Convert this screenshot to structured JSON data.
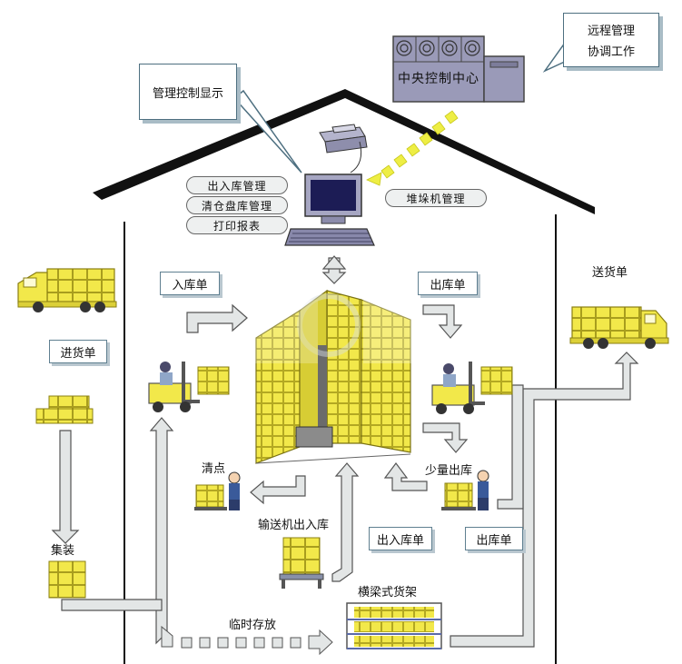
{
  "callouts": {
    "display": "管理控制显示",
    "remote_line1": "远程管理",
    "remote_line2": "协调工作"
  },
  "control_center": {
    "label": "中央控制中心"
  },
  "menu": {
    "item1": "出入库管理",
    "item2": "清仓盘库管理",
    "item3": "打印报表",
    "stacker": "堆垛机管理"
  },
  "docs": {
    "inbound_order": "入库单",
    "outbound_order": "出库单",
    "purchase_order": "进货单",
    "delivery_order": "送货单",
    "in_out_order": "出入库单",
    "outbound_order_2": "出库单"
  },
  "stations": {
    "inventory_check": "清点",
    "small_outbound": "少量出库",
    "conveyor_io": "输送机出入库",
    "palletize": "集装",
    "temp_storage": "临时存放",
    "beam_rack": "横梁式货架"
  },
  "colors": {
    "cargo_yellow": "#f2e84a",
    "arrow_gray": "#e3e6e6",
    "signal_yellow": "#eeee44",
    "roof": "#111111",
    "console": "#9a9ab8"
  }
}
